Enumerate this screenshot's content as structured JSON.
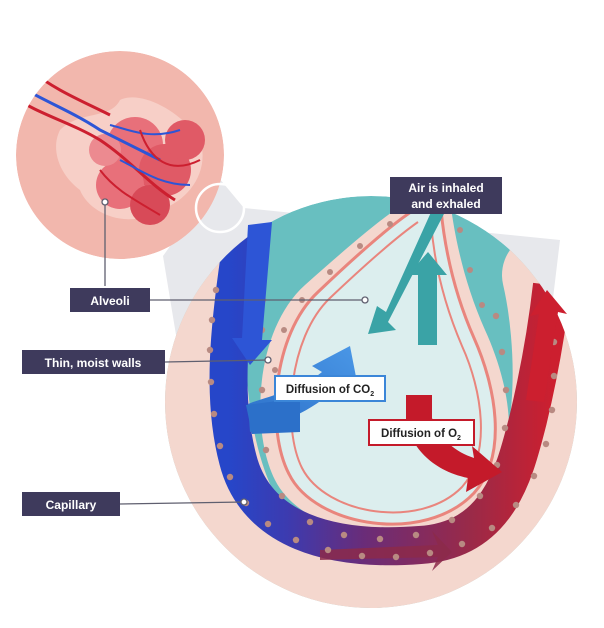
{
  "labels": {
    "air": [
      "Air is inhaled",
      "and exhaled"
    ],
    "alveoli": "Alveoli",
    "walls": "Thin, moist walls",
    "capillary": "Capillary",
    "co2": {
      "text": "Diffusion of CO",
      "sub": "2"
    },
    "o2": {
      "text": "Diffusion of O",
      "sub": "2"
    }
  },
  "colors": {
    "label_bg": "#3e3a5c",
    "label_text": "#ffffff",
    "teal": "#62bcbd",
    "teal_dark": "#3a9fa2",
    "alveolus_fill": "#d8ecec",
    "alveolus_line": "#e9857d",
    "wall": "#f4d7ce",
    "deoxygenated": "#2d55d6",
    "oxygenated": "#cc1f2f",
    "co2_arrow": "#3b86d8",
    "o2_arrow": "#c41a2a",
    "connector": "#5f5f6f",
    "inset_pink": "#f2b7ad"
  }
}
